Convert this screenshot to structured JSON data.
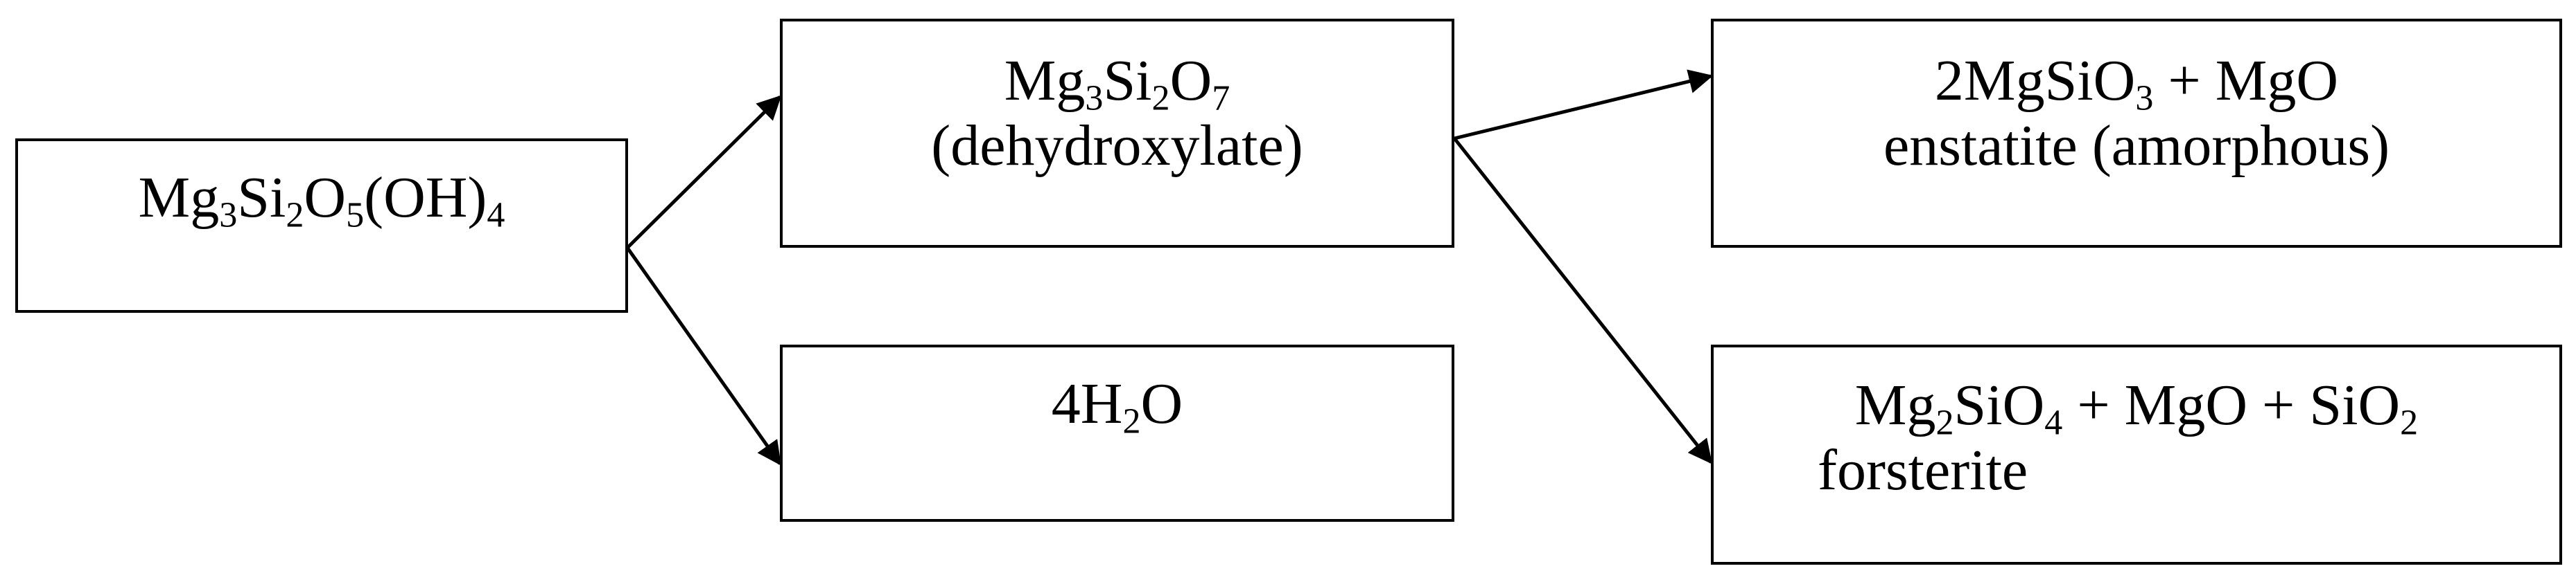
{
  "nodes": {
    "serpentine": {
      "parts": [
        {
          "t": "Mg"
        },
        {
          "t": "3",
          "sub": true
        },
        {
          "t": "Si"
        },
        {
          "t": "2",
          "sub": true
        },
        {
          "t": "O"
        },
        {
          "t": "5",
          "sub": true
        },
        {
          "t": "(OH)"
        },
        {
          "t": "4",
          "sub": true
        }
      ]
    },
    "dehydroxylate": {
      "formula_parts": [
        {
          "t": "Mg"
        },
        {
          "t": "3",
          "sub": true
        },
        {
          "t": "Si"
        },
        {
          "t": "2",
          "sub": true
        },
        {
          "t": "O"
        },
        {
          "t": "7",
          "sub": true
        }
      ],
      "label": "(dehydroxylate)"
    },
    "water": {
      "parts": [
        {
          "t": "4H"
        },
        {
          "t": "2",
          "sub": true
        },
        {
          "t": "O"
        }
      ]
    },
    "enstatite": {
      "formula_parts": [
        {
          "t": "2MgSiO"
        },
        {
          "t": "3",
          "sub": true
        },
        {
          "t": " + MgO"
        }
      ],
      "label": "enstatite (amorphous)"
    },
    "forsterite": {
      "formula_parts": [
        {
          "t": "Mg"
        },
        {
          "t": "2",
          "sub": true
        },
        {
          "t": "SiO"
        },
        {
          "t": "4",
          "sub": true
        },
        {
          "t": " + MgO + SiO"
        },
        {
          "t": "2",
          "sub": true
        }
      ],
      "label": "forsterite"
    }
  },
  "edges": [
    {
      "from": "serpentine",
      "to": "dehydroxylate"
    },
    {
      "from": "serpentine",
      "to": "water"
    },
    {
      "from": "dehydroxylate",
      "to": "enstatite"
    },
    {
      "from": "dehydroxylate",
      "to": "forsterite"
    }
  ]
}
